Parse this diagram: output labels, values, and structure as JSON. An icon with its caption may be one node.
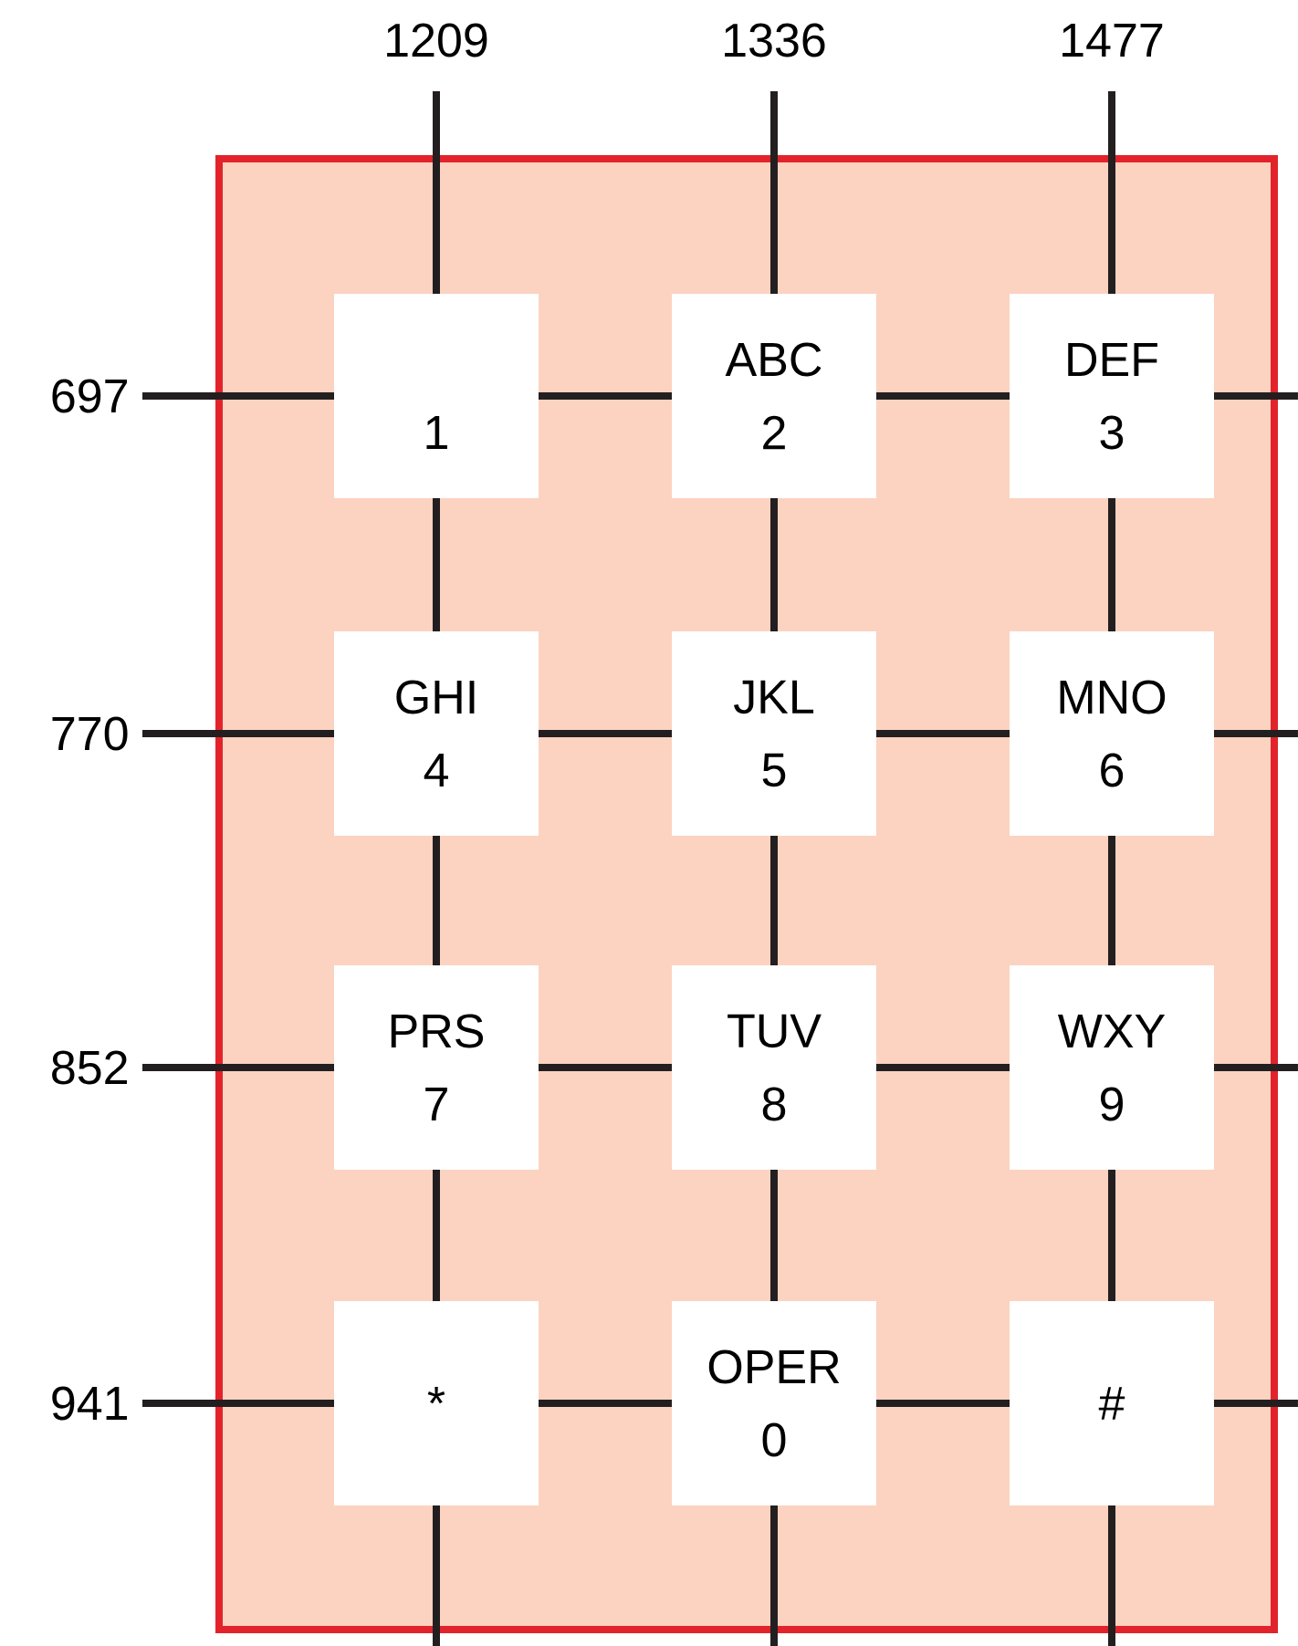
{
  "diagram": {
    "nodes": [
      {
        "text": [
          "1"
        ]
      },
      {
        "text": [
          "ABC",
          "2"
        ]
      },
      {
        "text": [
          "DEF",
          "3"
        ]
      },
      {
        "text": [
          "GHI",
          "4"
        ]
      },
      {
        "text": [
          "JKL",
          "5"
        ]
      },
      {
        "text": [
          "MNO",
          "6"
        ]
      },
      {
        "text": [
          "PRS",
          "7"
        ]
      },
      {
        "text": [
          "TUV",
          "8"
        ]
      },
      {
        "text": [
          "WXY",
          "9"
        ]
      },
      {
        "text": [
          "*"
        ]
      },
      {
        "text": [
          "OPER",
          "0"
        ]
      },
      {
        "text": [
          "#"
        ]
      }
    ],
    "labels": [
      "1209",
      "1336",
      "1477",
      "697",
      "770",
      "852",
      "941"
    ]
  }
}
